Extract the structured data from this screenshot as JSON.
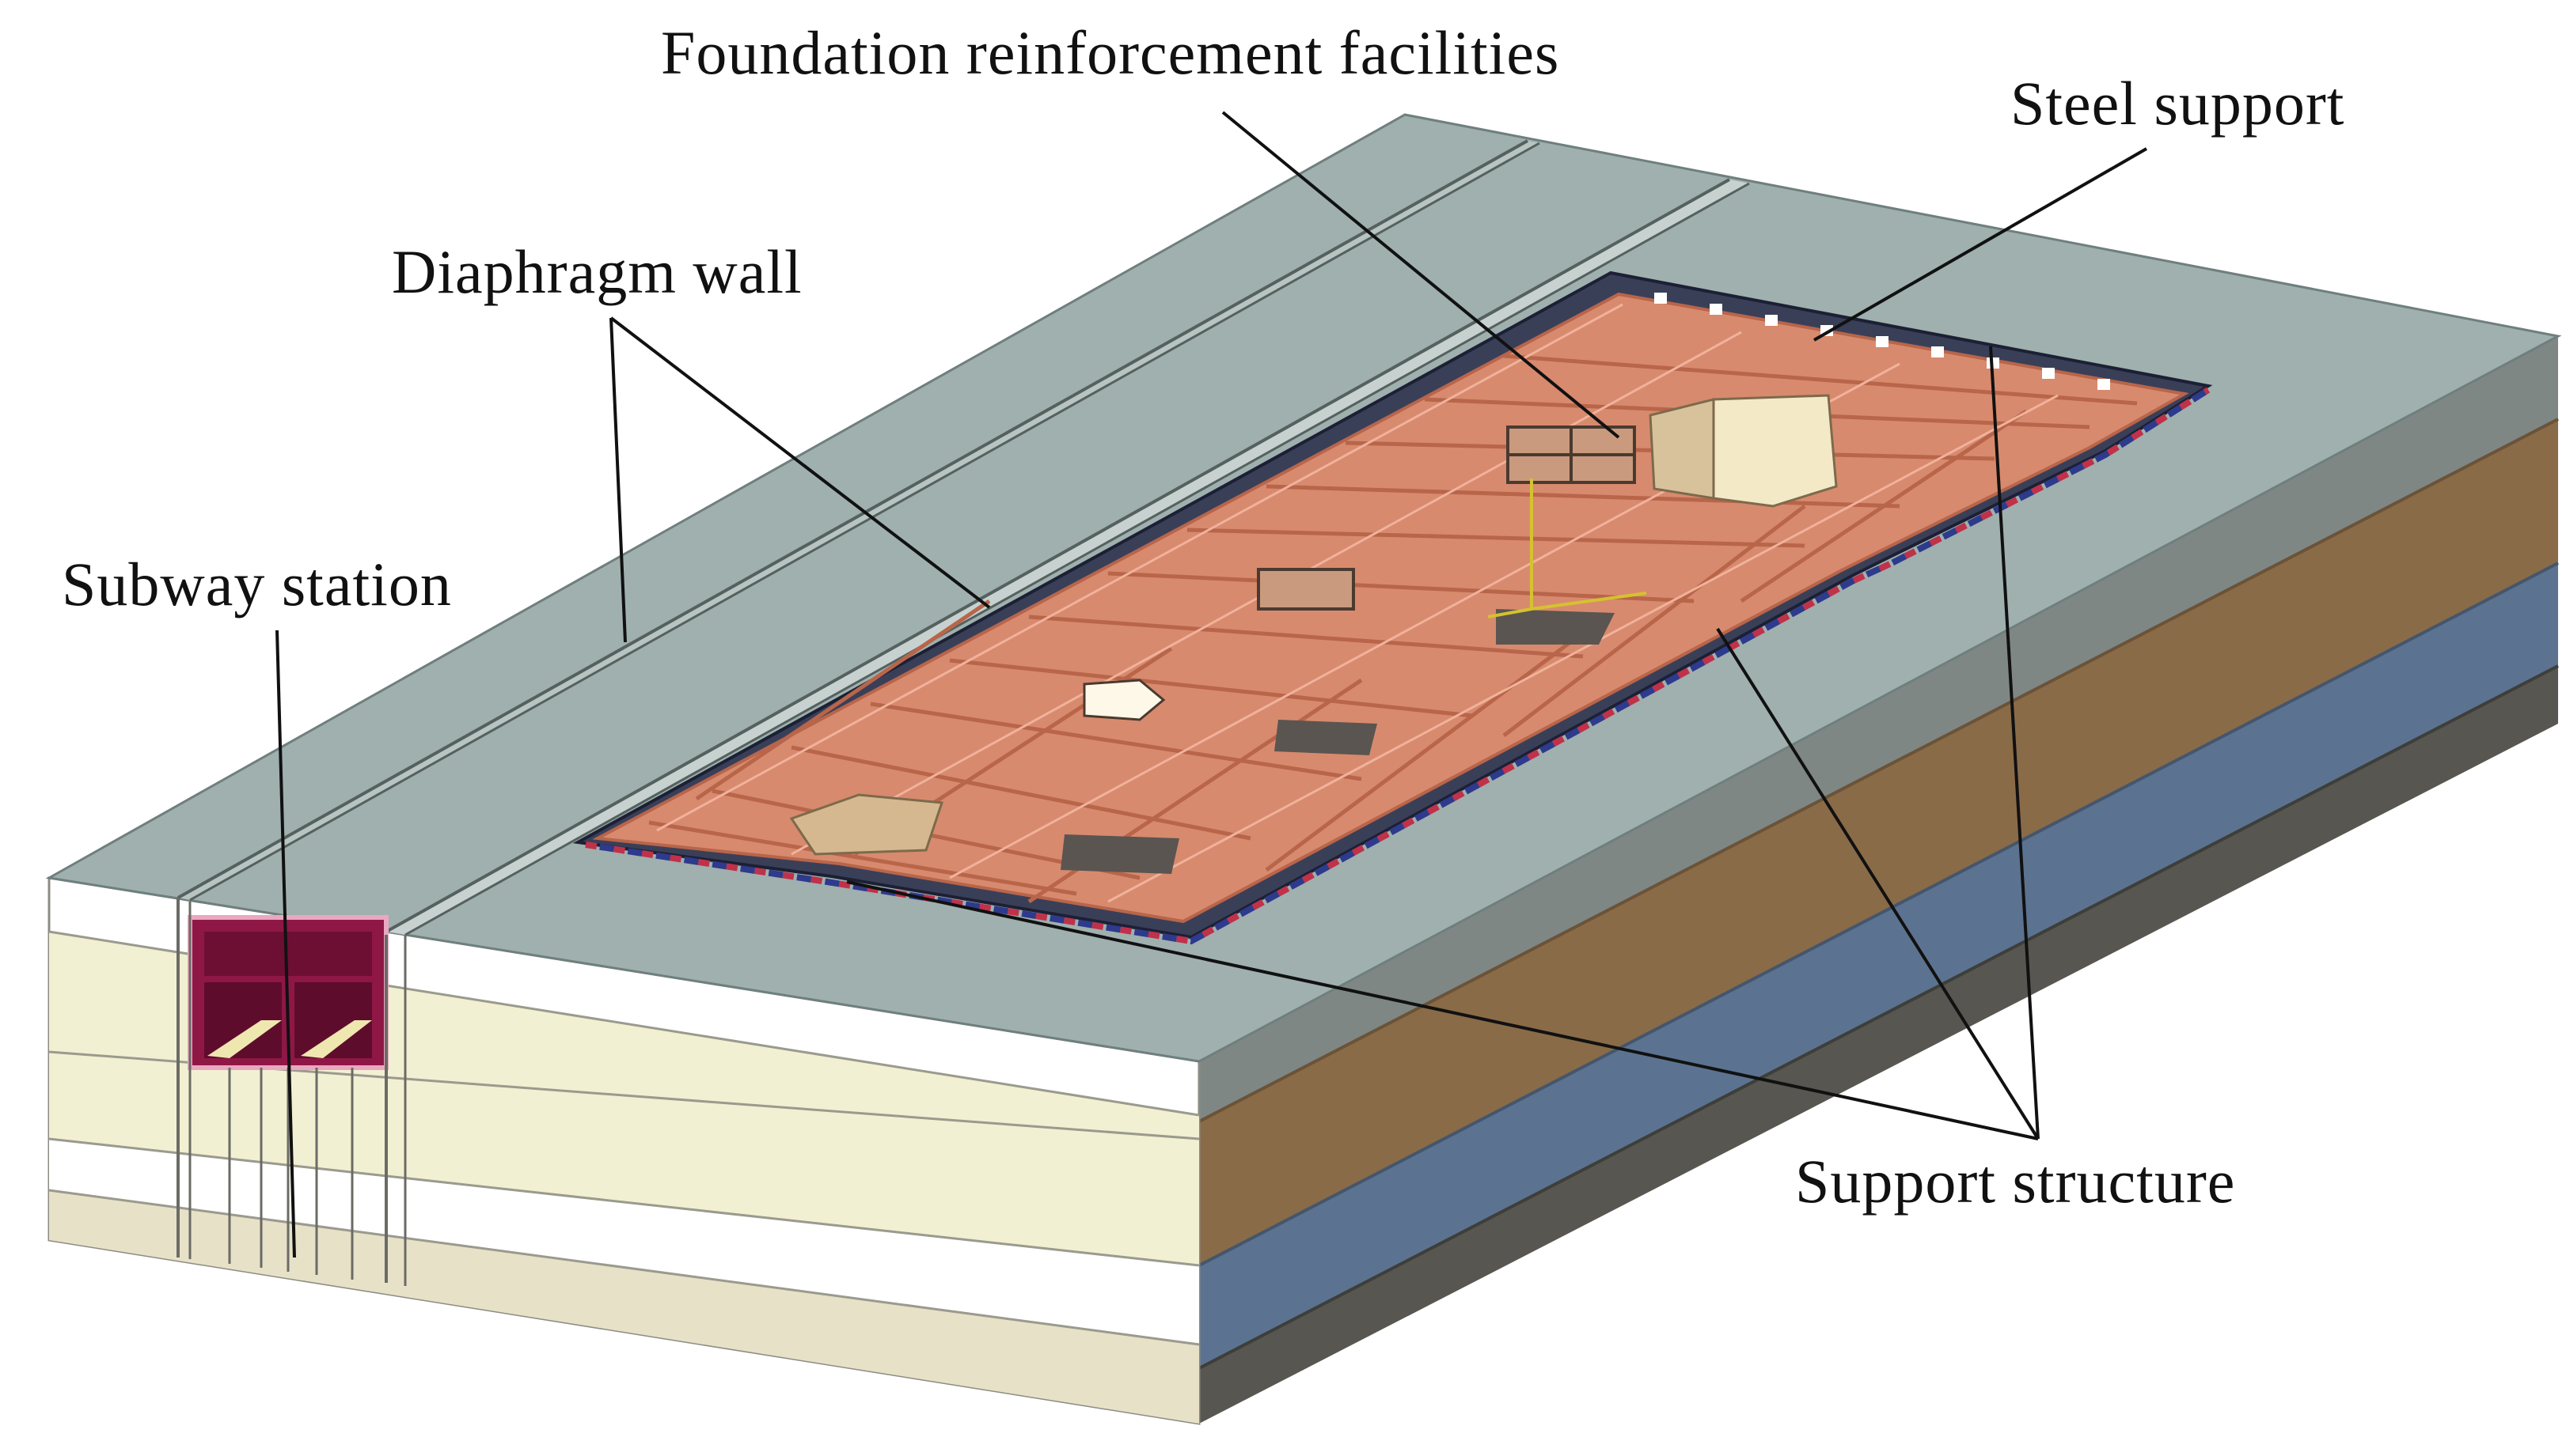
{
  "labels": {
    "foundation_reinforcement": "Foundation reinforcement facilities",
    "steel_support": "Steel support",
    "diaphragm_wall": "Diaphragm wall",
    "subway_station": "Subway station",
    "support_structure": "Support structure"
  },
  "colors": {
    "ground_surface": "#9fb0ae",
    "soil_brown": "#8a6b48",
    "soil_blue": "#5b7390",
    "soil_dark": "#575650",
    "front_cream": "#f2f0d2",
    "front_white": "#ffffff",
    "front_bottom": "#e7e1c8",
    "support_orange": "#d88a6e",
    "support_edge": "#b8654a",
    "steel_blue": "#7f86c8",
    "station_magenta": "#8f1746",
    "leader_line": "#111111"
  }
}
